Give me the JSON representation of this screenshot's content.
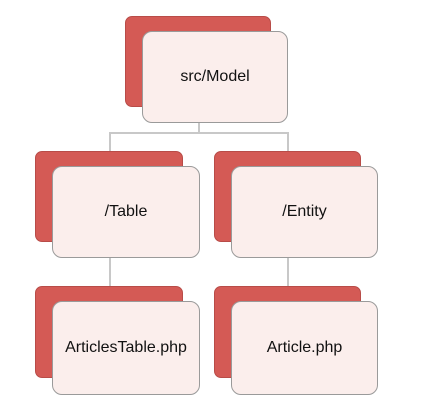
{
  "diagram": {
    "root": {
      "label": "src/Model"
    },
    "children": [
      {
        "label": "/Table",
        "leaf": {
          "label": "ArticlesTable.php"
        }
      },
      {
        "label": "/Entity",
        "leaf": {
          "label": "Article.php"
        }
      }
    ],
    "colors": {
      "back_fill": "#d45a55",
      "front_fill": "#fbeeec",
      "front_border": "#9a9a9a",
      "connector": "#c8c8c8"
    }
  }
}
